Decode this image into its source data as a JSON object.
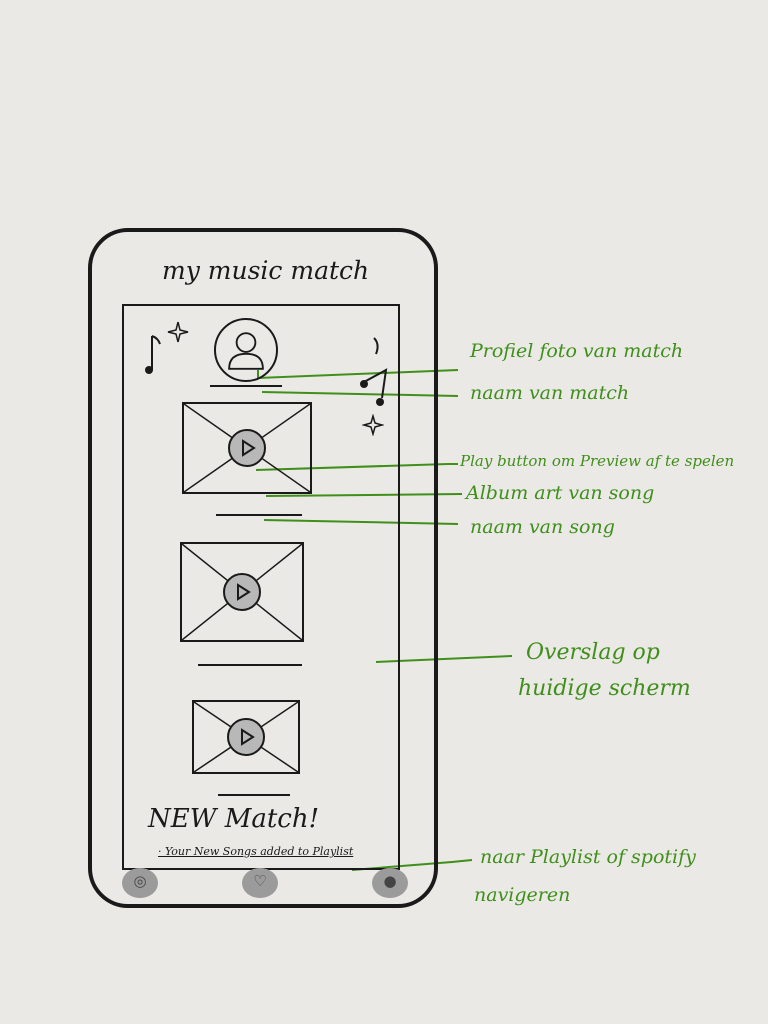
{
  "app": {
    "title": "my music match"
  },
  "new_match": {
    "heading": "NEW Match!",
    "subtext": "· Your New Songs added to Playlist"
  },
  "annotations": {
    "profile_photo": "Profiel foto van match",
    "match_name": "naam van match",
    "play_button": "Play button om Preview af te spelen",
    "album_art": "Album art van song",
    "song_name": "naam van song",
    "overlay_line1": "Overslag op",
    "overlay_line2": "huidige scherm",
    "navigate_line1": "naar Playlist of spotify",
    "navigate_line2": "navigeren"
  },
  "icons": {
    "profile": "person-icon",
    "play": "play-icon",
    "note": "music-note-icon",
    "star": "sparkle-icon"
  },
  "colors": {
    "ink": "#1a1a1a",
    "annotation": "#3f8f1a",
    "paper": "#eae9e6",
    "button_fill": "#b8b8b8"
  }
}
